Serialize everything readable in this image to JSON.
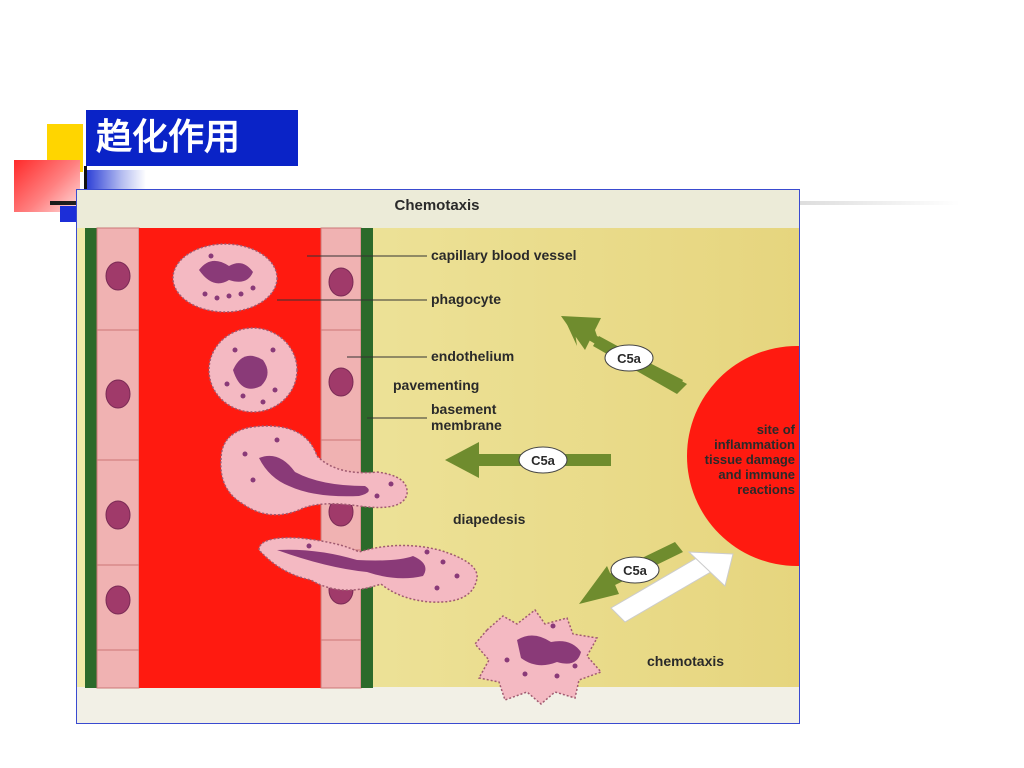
{
  "slide": {
    "title": "趋化作用"
  },
  "figure": {
    "heading": "Chemotaxis",
    "labels": {
      "capillary": "capillary blood vessel",
      "phagocyte": "phagocyte",
      "endothelium": "endothelium",
      "pavementing": "pavementing",
      "basement_1": "basement",
      "basement_2": "membrane",
      "diapedesis": "diapedesis",
      "chemotaxis": "chemotaxis",
      "site_lines": [
        "site of",
        "inflammation",
        "tissue damage",
        "and immune",
        "reactions"
      ],
      "c5a": "C5a"
    },
    "colors": {
      "blood": "#ff1a10",
      "tissue": "#efe5a2",
      "wall": "#f0b2b2",
      "membrane": "#2c6a2a",
      "cell": "#f4b9c2",
      "nucleus": "#8a3a78",
      "arrow": "#6f8c2e",
      "site": "#ff1a10"
    }
  }
}
